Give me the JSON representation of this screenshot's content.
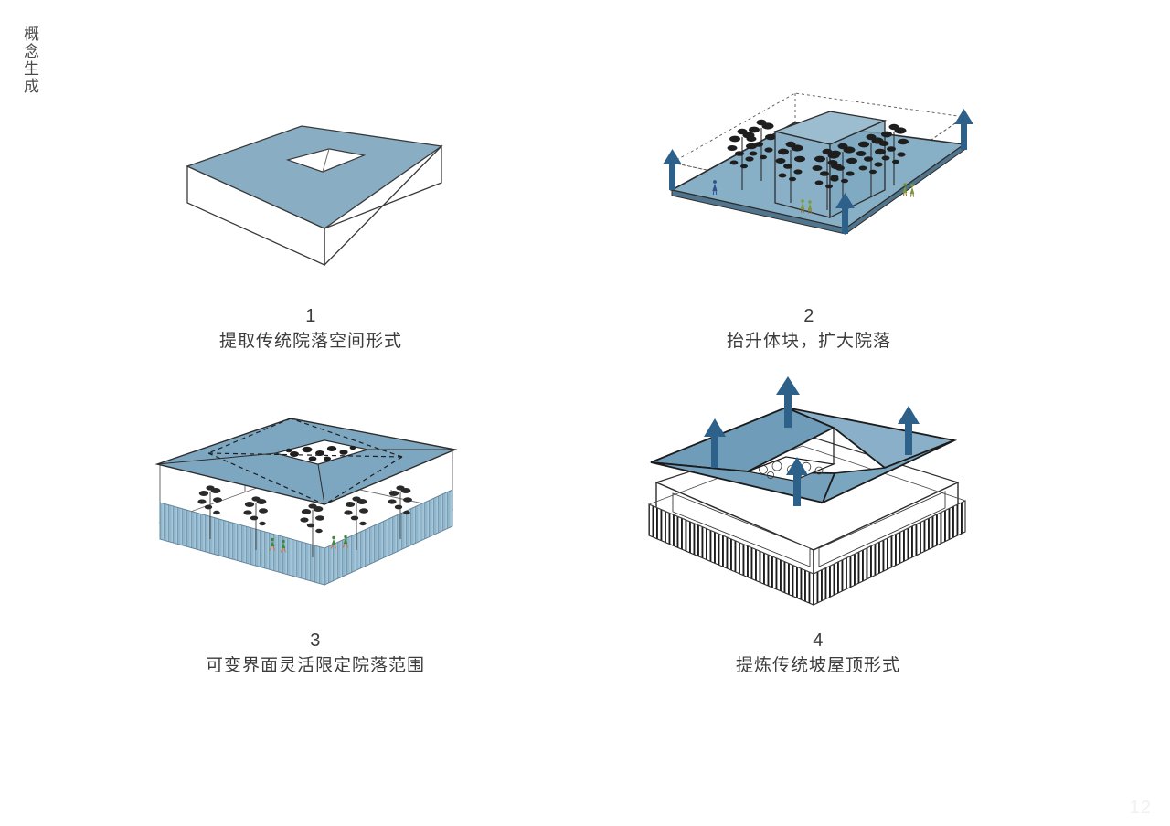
{
  "page": {
    "section_title": "概念生成",
    "page_number": "12",
    "background_color": "#ffffff"
  },
  "palette": {
    "slab_blue": "#89aec4",
    "roof_blue": "#7da7c0",
    "mass_blue": "#8cb3c9",
    "ground_blue": "#87afc6",
    "arrow_blue": "#2e6189",
    "louver_blue": "#9dbed2",
    "outline": "#3a3a3a",
    "text": "#3c3c3c",
    "page_number_color": "#f0f0f0"
  },
  "diagrams": [
    {
      "id": "diagram-1",
      "step": "1",
      "caption": "提取传统院落空间形式",
      "description": "isometric solid slab with square courtyard void",
      "icons": [
        "slab-volume",
        "courtyard-void"
      ]
    },
    {
      "id": "diagram-2",
      "step": "2",
      "caption": "抬升体块，扩大院落",
      "description": "raised translucent block over blue ground plane with trees, people and dashed original volume",
      "icons": [
        "up-arrow",
        "tree",
        "person",
        "dashed-volume-outline"
      ],
      "arrow_count": 3
    },
    {
      "id": "diagram-3",
      "step": "3",
      "caption": "可变界面灵活限定院落范围",
      "description": "blue hipped roof plane over building with adjustable vertical louver screen facade",
      "icons": [
        "louver-screen",
        "tree",
        "person",
        "dashed-sightline"
      ]
    },
    {
      "id": "diagram-4",
      "step": "4",
      "caption": "提炼传统坡屋顶形式",
      "description": "pitched hipped roof lifted by arrows above white building with dark louver base",
      "icons": [
        "up-arrow",
        "pitched-roof",
        "louver-screen"
      ],
      "arrow_count": 4
    }
  ]
}
